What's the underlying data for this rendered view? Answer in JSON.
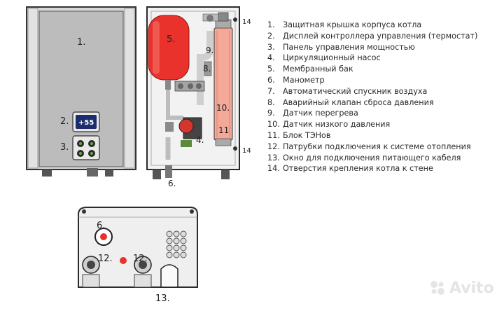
{
  "callouts": {
    "front_cover": "1.",
    "front_display": "2.",
    "display_value": "+55",
    "front_panel": "3.",
    "tank": "5.",
    "sensor9": "9.",
    "manometer_int": "8.",
    "low_pressure": "10.",
    "heater_block": "11",
    "pump": "4.",
    "fix_top": "14",
    "fix_bottom": "14",
    "manometer_bottom_int": "6.",
    "bottom_manometer": "6.",
    "bottom_pipe_left": "12.",
    "bottom_pipe_right": "12.",
    "cable_window": "13."
  },
  "legend": [
    {
      "num": "1.",
      "text": "Защитная крышка корпуса котла"
    },
    {
      "num": "2.",
      "text": "Дисплей контроллера управления (термостат)"
    },
    {
      "num": "3.",
      "text": "Панель управления мощностью"
    },
    {
      "num": "4.",
      "text": "Циркуляционный насос"
    },
    {
      "num": "5.",
      "text": "Мембранный бак"
    },
    {
      "num": "6.",
      "text": "Манометр"
    },
    {
      "num": "7.",
      "text": "Автоматический спускник воздуха"
    },
    {
      "num": "8.",
      "text": "Аварийный клапан сброса давления"
    },
    {
      "num": "9.",
      "text": "Датчик перегрева"
    },
    {
      "num": "10.",
      "text": "Датчик низкого давления"
    },
    {
      "num": "11.",
      "text": "Блок ТЭНов"
    },
    {
      "num": "12.",
      "text": "Патрубки подключения к системе отопления"
    },
    {
      "num": "13.",
      "text": "Окно для подключения питающего кабеля"
    },
    {
      "num": "14.",
      "text": "Отверстия крепления котла к стене"
    }
  ],
  "watermark": "Avito",
  "colors": {
    "tank_red": "#e8322b",
    "display_bg": "#1c2d6e",
    "heater_pink": "#f3a898",
    "body_gray": "#c8c8c8",
    "frame_dark": "#2b2b2b"
  }
}
